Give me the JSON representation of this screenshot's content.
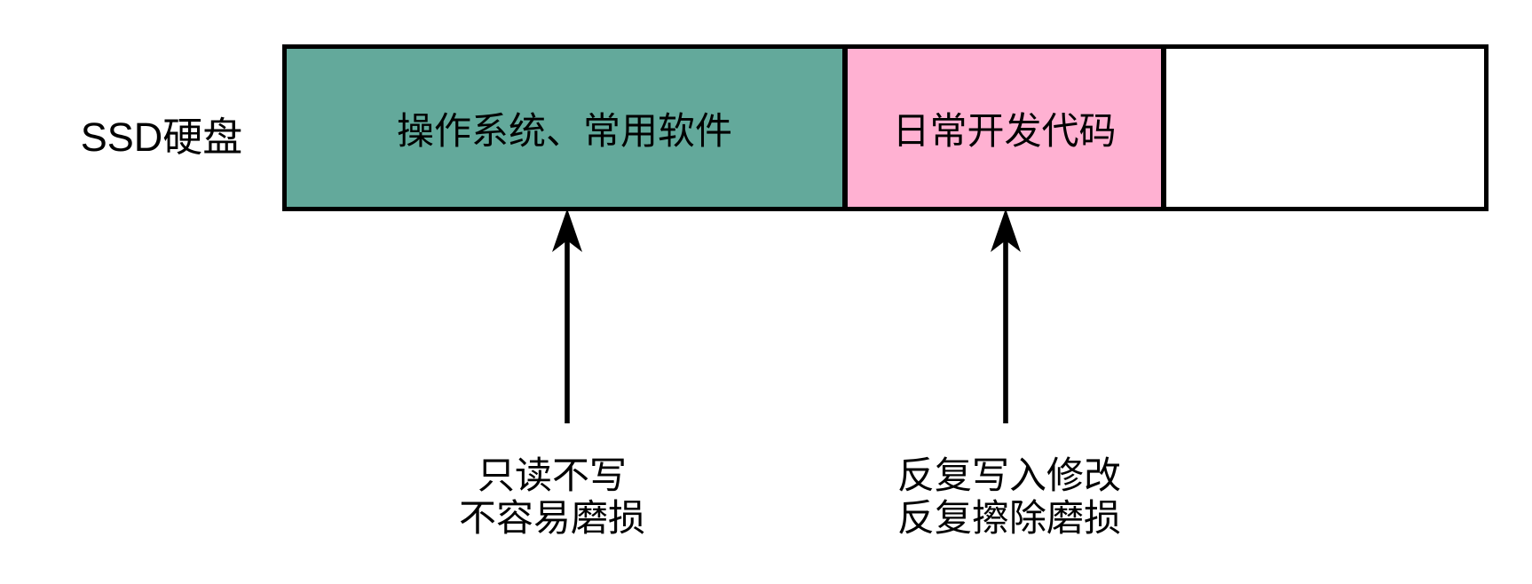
{
  "diagram": {
    "disk_label": "SSD硬盘",
    "bar": {
      "segments": [
        {
          "label": "操作系统、常用软件",
          "color": "#63a99b"
        },
        {
          "label": "日常开发代码",
          "color": "#ffb1d2"
        },
        {
          "label": "",
          "color": "#ffffff"
        }
      ],
      "border_color": "#000000"
    },
    "annotations": [
      {
        "line1": "只读不写",
        "line2": "不容易磨损"
      },
      {
        "line1": "反复写入修改",
        "line2": "反复擦除磨损"
      }
    ],
    "arrow_color": "#000000",
    "background_color": "#ffffff",
    "text_color": "#000000"
  }
}
